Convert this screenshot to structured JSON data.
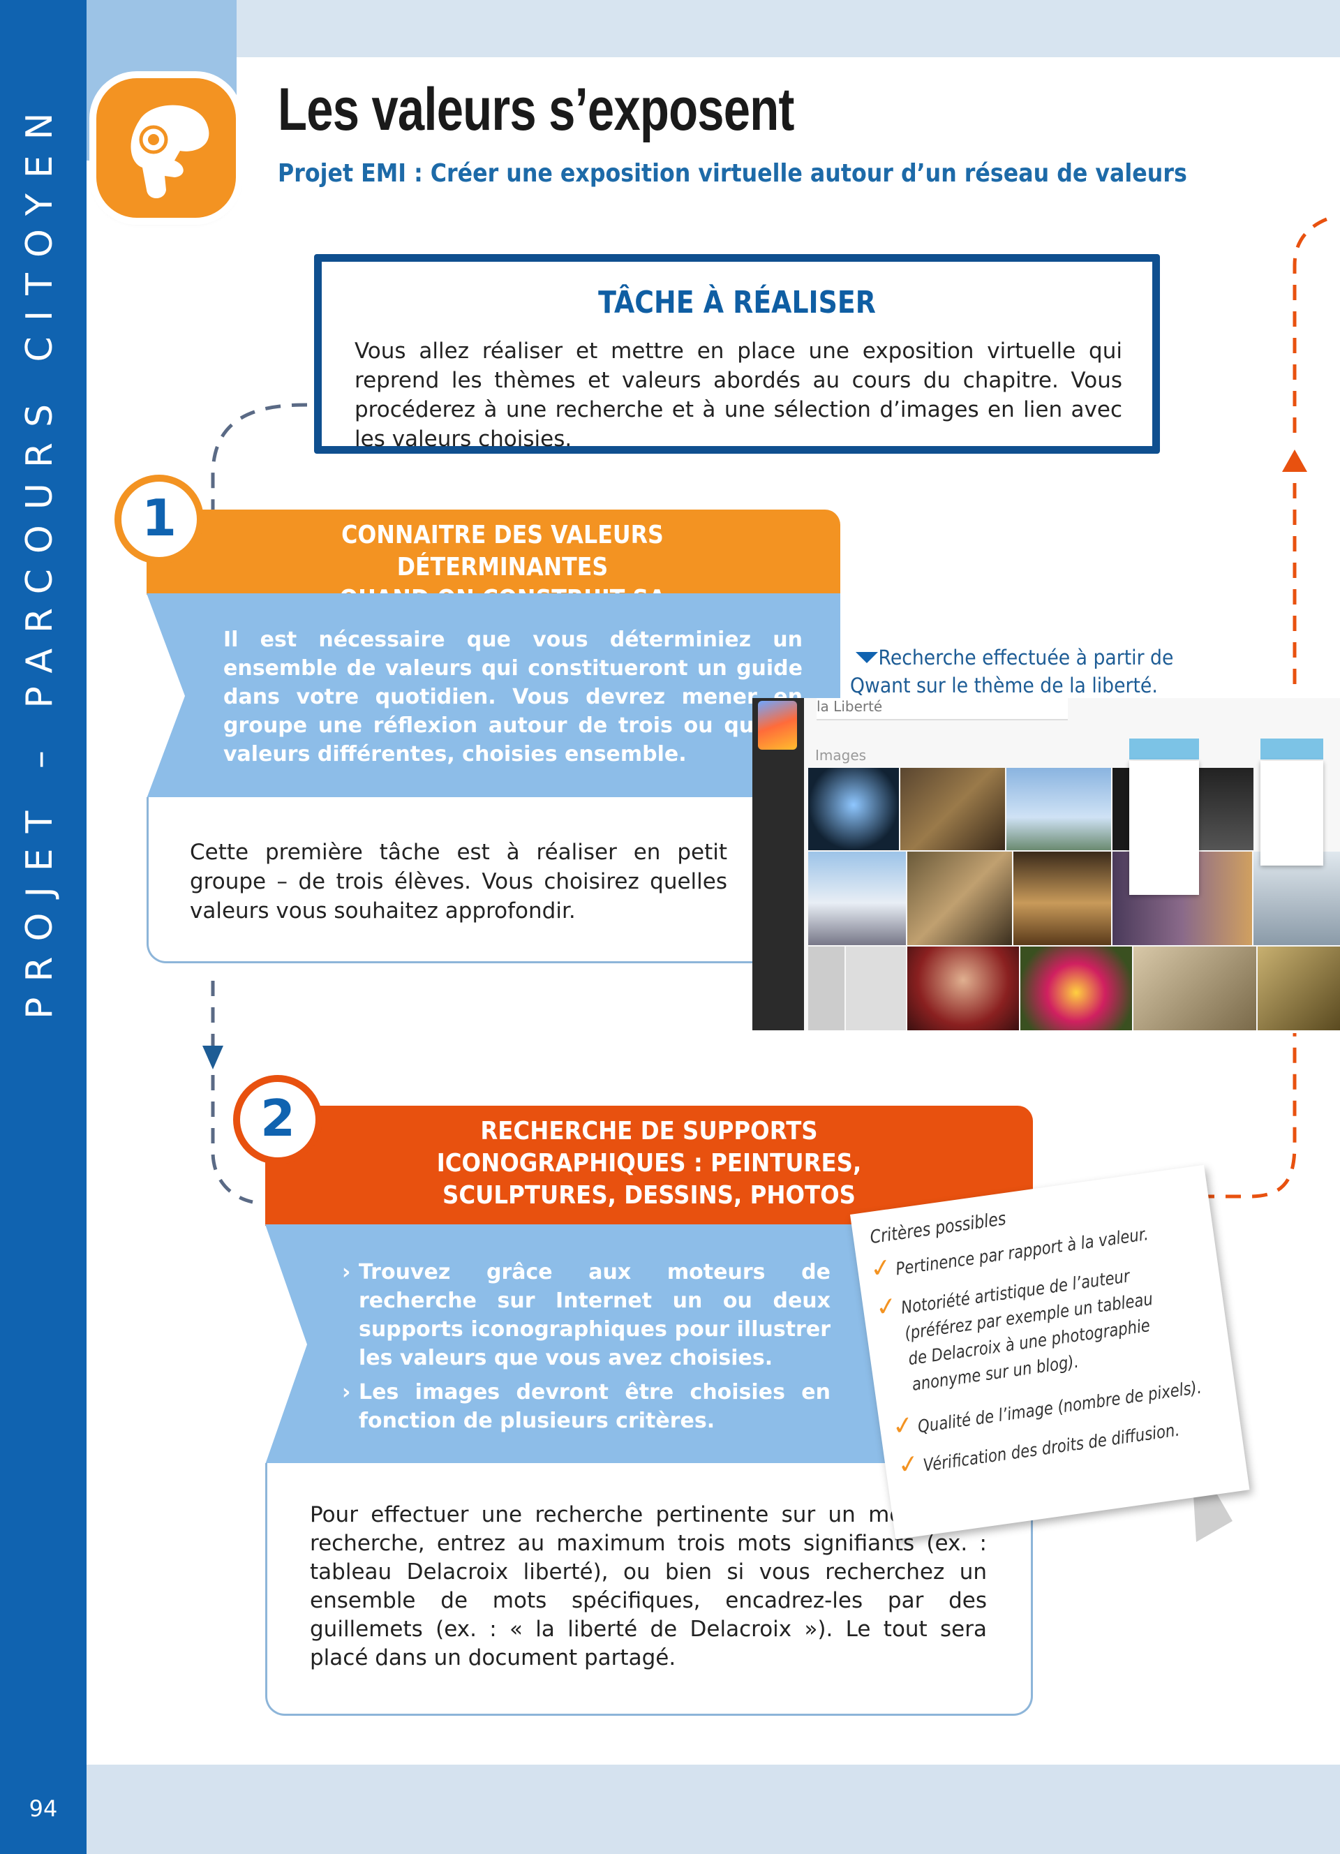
{
  "sidebar": {
    "vertical_text": "PROJET – PARCOURS CITOYEN",
    "page_number": "94"
  },
  "header": {
    "title": "Les valeurs s’exposent",
    "subtitle": "Projet EMI : Créer une exposition virtuelle autour d’un réseau de valeurs",
    "logo_icon": "hand-eye-icon"
  },
  "task": {
    "title": "TÂCHE À RÉALISER",
    "text": "Vous allez réaliser et mettre en place une exposition virtuelle qui reprend les thèmes et valeurs abordés au cours du chapitre. Vous procéderez à une recherche et à une sélection d’images en lien avec les valeurs choisies."
  },
  "step1": {
    "number": "1",
    "title_line1": "CONNAITRE DES VALEURS DÉTERMINANTES",
    "title_line2": "QUAND ON CONSTRUIT SA PERSONNALITÉ",
    "blue_text": "Il est nécessaire que vous déterminiez un ensemble de valeurs qui constitueront un guide dans votre quotidien. Vous devrez mener en groupe une réflexion autour de trois ou quatre valeurs différentes, choisies ensemble.",
    "white_text": "Cette première tâche est à réaliser en petit groupe – de trois élèves. Vous choisirez quelles valeurs vous souhaitez approfondir."
  },
  "caption": {
    "text": "Recherche effectuée à partir de Qwant sur le thème de la liberté."
  },
  "screenshot": {
    "query": "la Liberté",
    "section_label": "Images"
  },
  "step2": {
    "number": "2",
    "title_line1": "RECHERCHE DE SUPPORTS",
    "title_line2": "ICONOGRAPHIQUES : PEINTURES,",
    "title_line3": "SCULPTURES, DESSINS, PHOTOS",
    "bullet_marker": "›",
    "bullets": [
      "Trouvez grâce aux moteurs de recherche sur Internet un ou deux supports iconographiques pour illustrer les valeurs que vous avez choisies.",
      "Les images devront être choisies en fonction de plusieurs critères."
    ],
    "white_text": "Pour effectuer une recherche pertinente sur un moteur de recherche, entrez au maximum trois mots signifiants (ex. : tableau Delacroix liberté), ou bien si vous recherchez un ensemble de mots spécifiques, encadrez-les par des guillemets (ex. : « la liberté de Delacroix »). Le tout sera placé dans un document partagé."
  },
  "note": {
    "title": "Critères possibles",
    "check_mark": "✓",
    "items": [
      {
        "lines": [
          "Pertinence par rapport à la valeur."
        ]
      },
      {
        "lines": [
          "Notoriété artistique de l’auteur",
          "(préférez par exemple un tableau",
          "de Delacroix à une photographie",
          "anonyme sur un blog)."
        ]
      },
      {
        "lines": [
          "Qualité de l’image (nombre de pixels)."
        ]
      },
      {
        "lines": [
          "Vérification des droits de diffusion."
        ]
      }
    ]
  },
  "colors": {
    "blue_band": "#1063b0",
    "orange": "#f39322",
    "red_orange": "#e8510f",
    "light_blue": "#8dbde8",
    "dark_blue_border": "#0f4f8f"
  }
}
